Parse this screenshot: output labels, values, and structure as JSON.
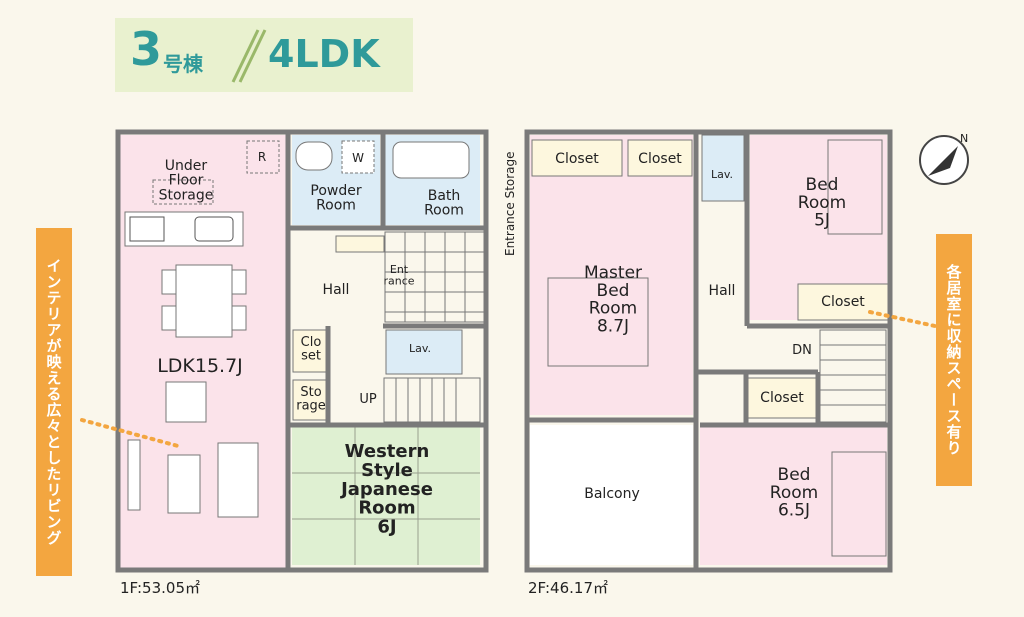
{
  "title": {
    "building_number": "3",
    "building_suffix": "号棟",
    "separator": "/",
    "layout_type": "4LDK"
  },
  "colors": {
    "accent": "#2f9a9a",
    "title_bg": "#e9f1cf",
    "tag_bg": "#f3a640",
    "pink": "#fbe3ea",
    "blue": "#dcecf6",
    "green": "#dff0d2",
    "cream": "#fdf7de",
    "wall": "#7a7a7a"
  },
  "floor1": {
    "area_label": "1F:53.05㎡",
    "rooms": {
      "under_floor_storage": "Under\nFloor\nStorage",
      "fridge_mark": "R",
      "washer_mark": "W",
      "powder_room": "Powder\nRoom",
      "bath_room": "Bath\nRoom",
      "entrance_storage": "Entrance Storage",
      "hall": "Hall",
      "entrance": "Ent\nrance",
      "ldk": "LDK15.7J",
      "closet": "Clo\nset",
      "lavatory": "Lav.",
      "storage": "Sto\nrage",
      "up": "UP",
      "western_japanese": "Western\nStyle\nJapanese\nRoom\n6J"
    }
  },
  "floor2": {
    "area_label": "2F:46.17㎡",
    "rooms": {
      "closet_1": "Closet",
      "closet_2": "Closet",
      "lavatory": "Lav.",
      "bedroom_5": "Bed\nRoom\n5J",
      "master_bedroom": "Master\nBed\nRoom\n8.7J",
      "hall": "Hall",
      "closet_3": "Closet",
      "dn": "DN",
      "closet_4": "Closet",
      "balcony": "Balcony",
      "bedroom_65": "Bed\nRoom\n6.5J"
    }
  },
  "annotations": {
    "left": "インテリアが映える広々としたリビング",
    "right": "各居室に収納スペース有り"
  },
  "compass": {
    "label": "N"
  }
}
